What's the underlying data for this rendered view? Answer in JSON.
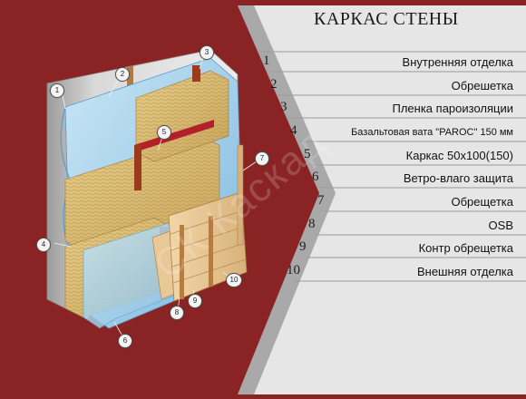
{
  "title": "КАРКАС СТЕНЫ",
  "watermark": "СК Каскад",
  "colors": {
    "background": "#8a2424",
    "legend_panel": "#e6e6e6",
    "legend_panel_dark": "#b5b5b5",
    "separator": "#9a9a9a"
  },
  "legend": [
    {
      "num": "1",
      "label": "Внутренняя отделка"
    },
    {
      "num": "2",
      "label": "Обрешетка"
    },
    {
      "num": "3",
      "label": "Пленка пароизоляции"
    },
    {
      "num": "4",
      "label": "Базальтовая вата \"PAROC\" 150 мм"
    },
    {
      "num": "5",
      "label": "Каркас 50х100(150)"
    },
    {
      "num": "6",
      "label": "Ветро-влаго защита"
    },
    {
      "num": "7",
      "label": "Обрещетка"
    },
    {
      "num": "8",
      "label": "OSB"
    },
    {
      "num": "9",
      "label": "Контр обрещетка"
    },
    {
      "num": "10",
      "label": "Внешняя отделка"
    }
  ],
  "callouts": [
    "1",
    "2",
    "3",
    "4",
    "5",
    "6",
    "7",
    "8",
    "9",
    "10"
  ]
}
